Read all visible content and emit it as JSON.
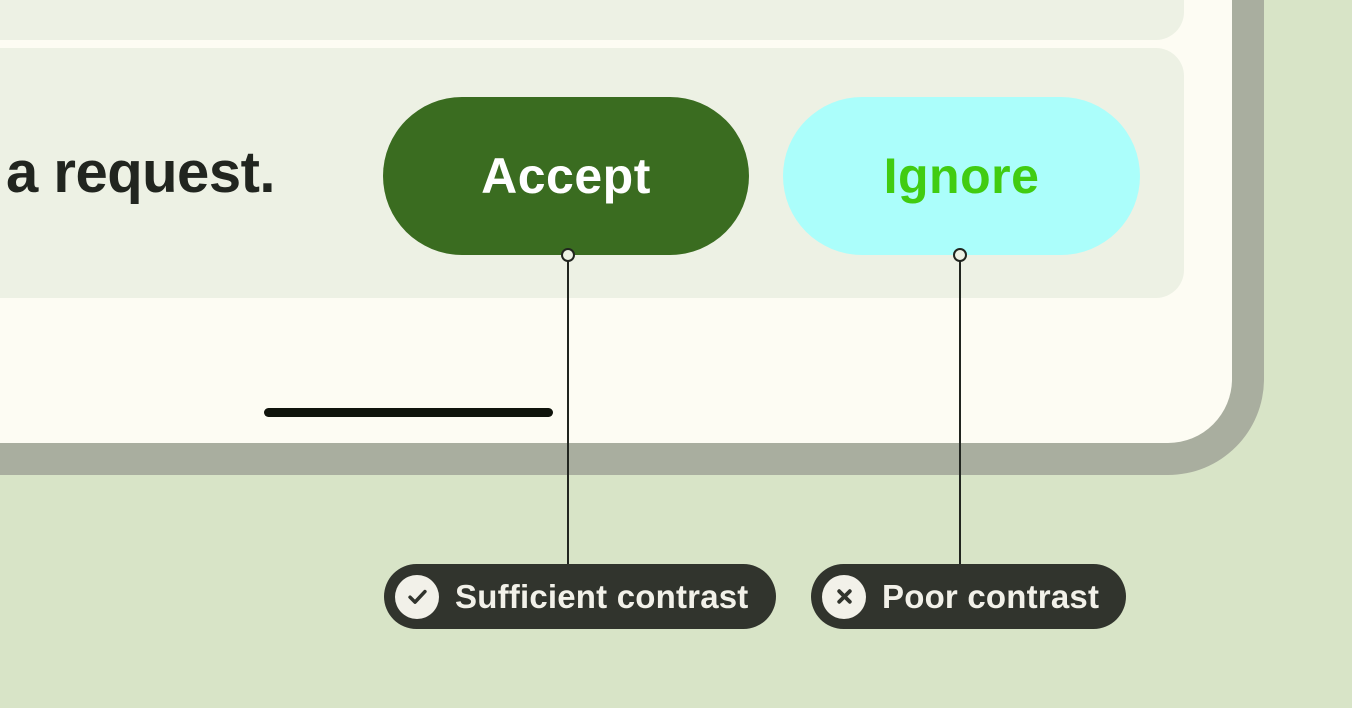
{
  "figure": {
    "description": "Accessibility contrast example: phone screen snippet with two pill buttons and annotation callouts"
  },
  "screen": {
    "message_fragment": "a request.",
    "accept_button": {
      "label": "Accept"
    },
    "ignore_button": {
      "label": "Ignore"
    }
  },
  "annotations": {
    "sufficient": {
      "label": "Sufficient contrast",
      "icon": "check-circle-icon"
    },
    "poor": {
      "label": "Poor contrast",
      "icon": "x-circle-icon"
    }
  },
  "colors": {
    "page_bg": "#d8e4c7",
    "frame_border": "#a9ae9f",
    "screen_bg": "#fdfcf3",
    "panel_bg": "#edf1e4",
    "ink": "#21251f",
    "accept_bg": "#3a6c20",
    "accept_text": "#ffffff",
    "ignore_bg": "#abfefb",
    "ignore_text": "#41cc11",
    "callout_bg": "#31342d",
    "callout_text": "#f2f1e9"
  }
}
